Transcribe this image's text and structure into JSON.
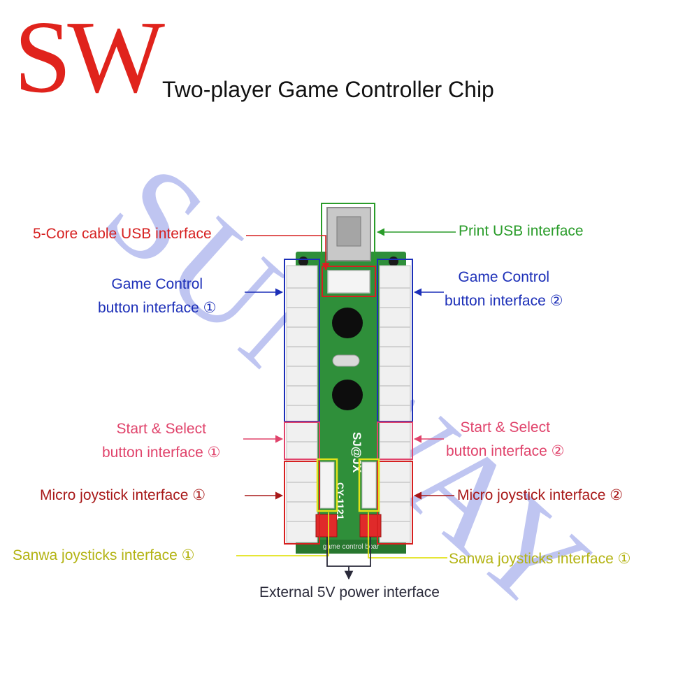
{
  "brand": {
    "text": "SW",
    "color": "#e0231c"
  },
  "title": "Two-player Game Controller Chip",
  "watermark": "SUNWAY",
  "board": {
    "marking": "SJ@JX",
    "model": "CY-1121",
    "bottom_text": "game control boar"
  },
  "labels": {
    "usb_5core": "5-Core cable USB interface",
    "print_usb": "Print USB interface",
    "game_control_1_line1": "Game Control",
    "game_control_1_line2": "button interface ①",
    "game_control_2_line1": "Game Control",
    "game_control_2_line2": "button interface ②",
    "start_select_1_line1": "Start & Select",
    "start_select_1_line2": "button interface ①",
    "start_select_2_line1": "Start & Select",
    "start_select_2_line2": "button interface ②",
    "micro_joystick_1": "Micro joystick interface ①",
    "micro_joystick_2": "Micro joystick interface ②",
    "sanwa_left": "Sanwa joysticks interface ①",
    "sanwa_right": "Sanwa joysticks interface ①",
    "external_5v": "External 5V power interface"
  },
  "colors": {
    "usb_5core": "#d62020",
    "print_usb": "#2a9c2a",
    "game_control": "#1c2fb8",
    "start_select": "#e0436b",
    "micro_joystick": "#a81818",
    "sanwa": "#d6d61a",
    "power": "#2a2a3a",
    "pcb": "#2f8f3a"
  }
}
